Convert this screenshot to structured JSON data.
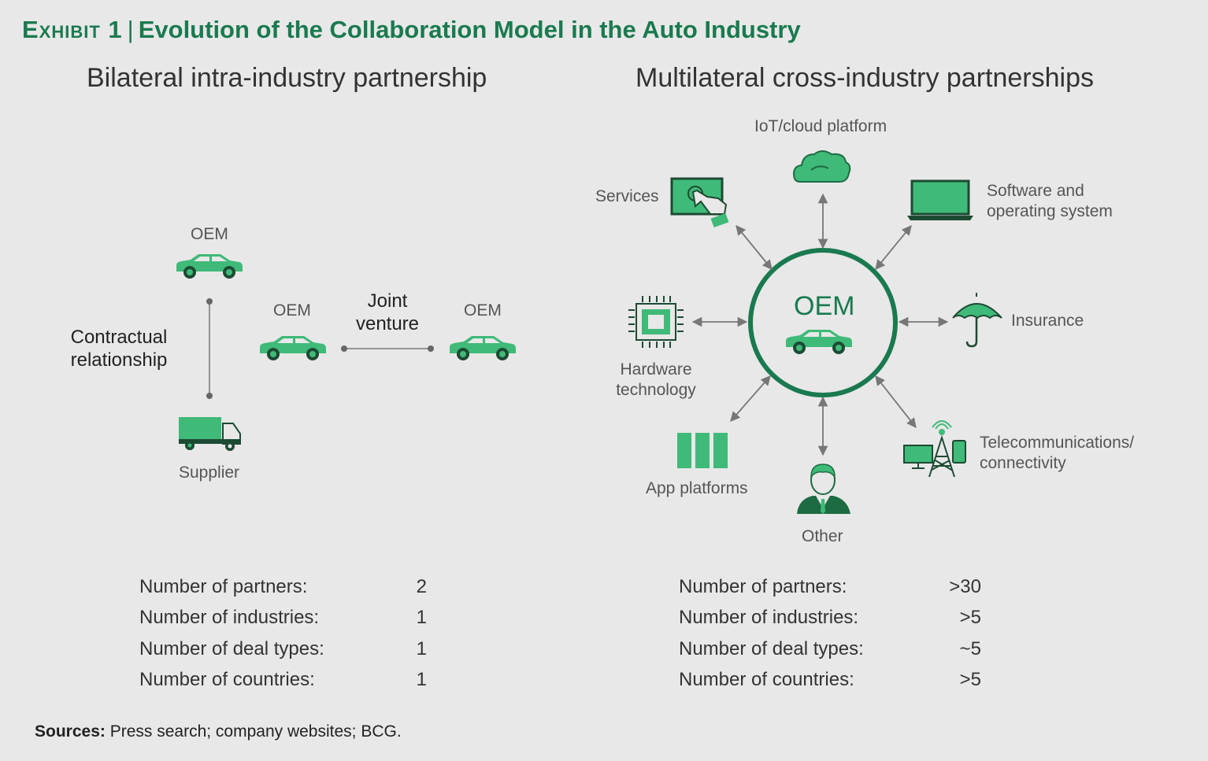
{
  "header": {
    "exhibit": "Exhibit 1",
    "title": "Evolution of the Collaboration Model in the Auto Industry"
  },
  "left_panel": {
    "heading": "Bilateral intra-industry partnership",
    "oem_top": "OEM",
    "oem_mid": "OEM",
    "oem_right": "OEM",
    "supplier": "Supplier",
    "contractual_line1": "Contractual",
    "contractual_line2": "relationship",
    "joint_line1": "Joint",
    "joint_line2": "venture",
    "stats": [
      {
        "label": "Number of partners:",
        "value": "2"
      },
      {
        "label": "Number of industries:",
        "value": "1"
      },
      {
        "label": "Number of deal types:",
        "value": "1"
      },
      {
        "label": "Number of countries:",
        "value": "1"
      }
    ]
  },
  "right_panel": {
    "heading": "Multilateral cross-industry partnerships",
    "center": "OEM",
    "nodes": {
      "iot": "IoT/cloud platform",
      "services": "Services",
      "software_line1": "Software and",
      "software_line2": "operating system",
      "insurance": "Insurance",
      "hardware_line1": "Hardware",
      "hardware_line2": "technology",
      "telecom_line1": "Telecommunications/",
      "telecom_line2": "connectivity",
      "app": "App platforms",
      "other": "Other"
    },
    "stats": [
      {
        "label": "Number of partners:",
        "value": ">30"
      },
      {
        "label": "Number of industries:",
        "value": ">5"
      },
      {
        "label": "Number of deal types:",
        "value": "~5"
      },
      {
        "label": "Number of countries:",
        "value": ">5"
      }
    ]
  },
  "footer": {
    "sources_label": "Sources:",
    "sources_text": " Press search; company websites; BCG."
  },
  "colors": {
    "brand_green": "#1a7a4f",
    "icon_green": "#3fba78",
    "dark_green": "#1d6b43",
    "connector_gray": "#777777"
  }
}
